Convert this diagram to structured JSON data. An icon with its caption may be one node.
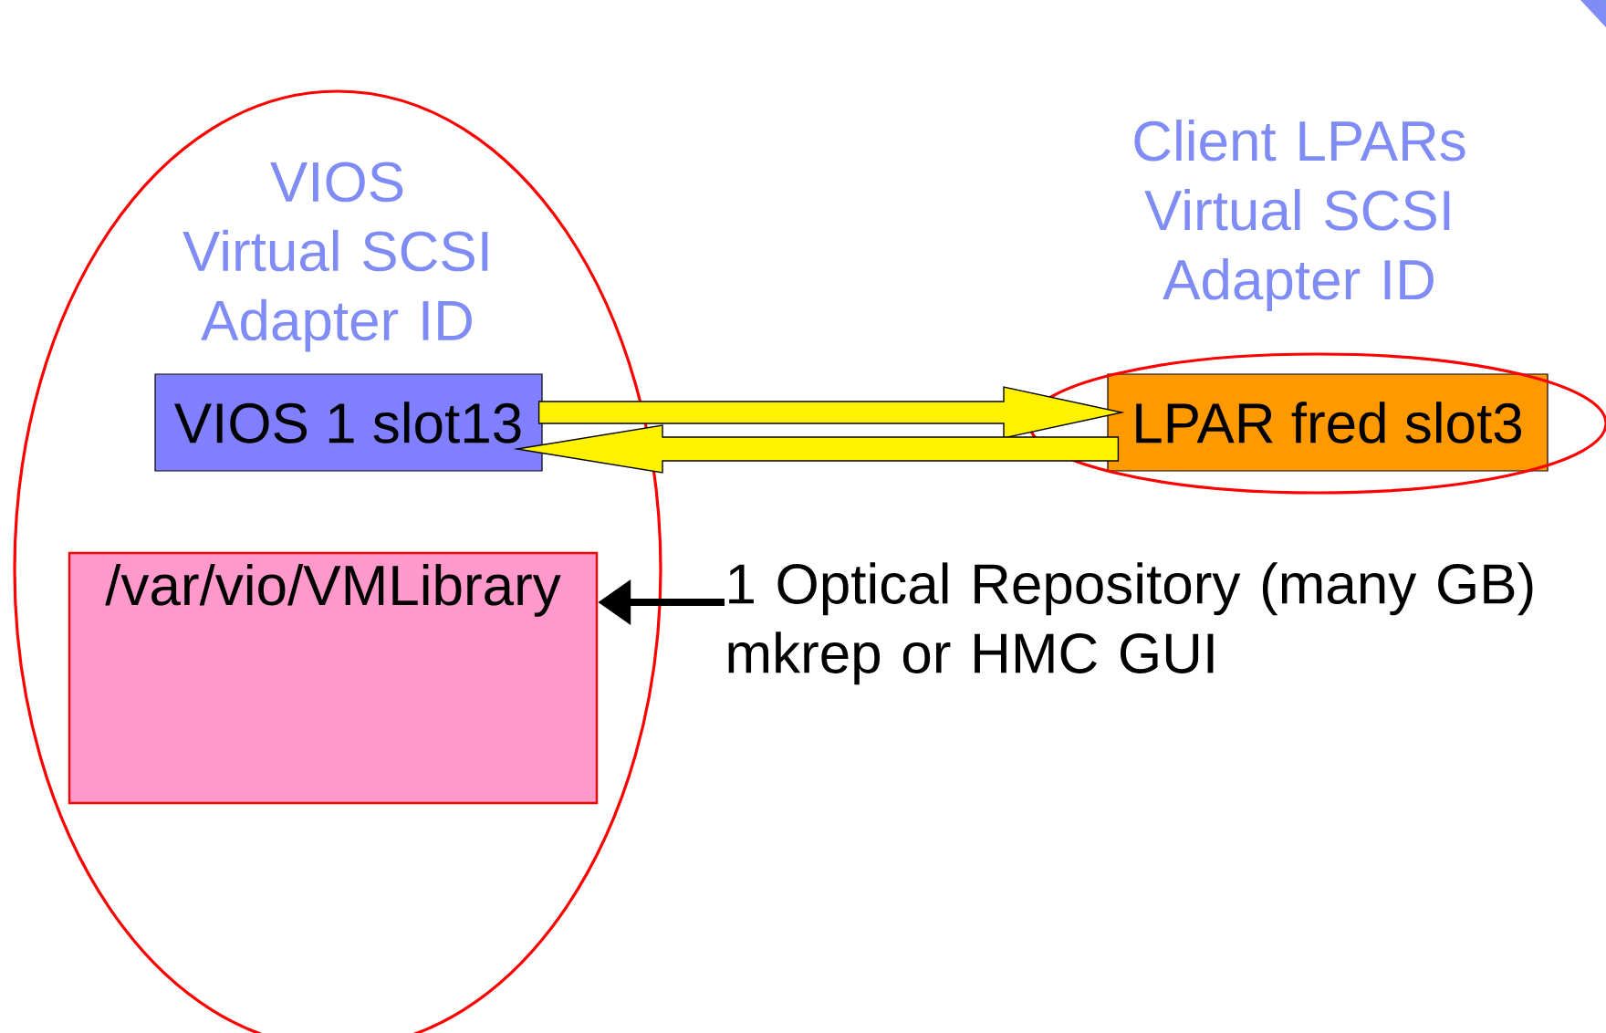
{
  "diagram": {
    "nodes": [
      {
        "text": [
          "VIOS Virtual SCSI Adapter ID"
        ]
      },
      {
        "text": [
          "VIOS 1 slot13"
        ],
        "in": 0
      },
      {
        "text": [
          "/var/vio/VMLibrary"
        ],
        "in": 0
      },
      {
        "text": [
          "LPAR fred slot3"
        ],
        "beside": [
          "Client LPARs Virtual SCSI Adapter ID"
        ]
      },
      {
        "text": [
          "1 Optical Repository (many GB) mkrep or HMC GUI"
        ]
      }
    ],
    "edges": [
      {
        "from": 1,
        "to": 3,
        "arrow": "to",
        "style": "thick"
      },
      {
        "from": 3,
        "to": 1,
        "arrow": "to",
        "style": "thick"
      },
      {
        "from": 4,
        "to": 2,
        "arrow": "to",
        "color": "#000000"
      }
    ]
  }
}
